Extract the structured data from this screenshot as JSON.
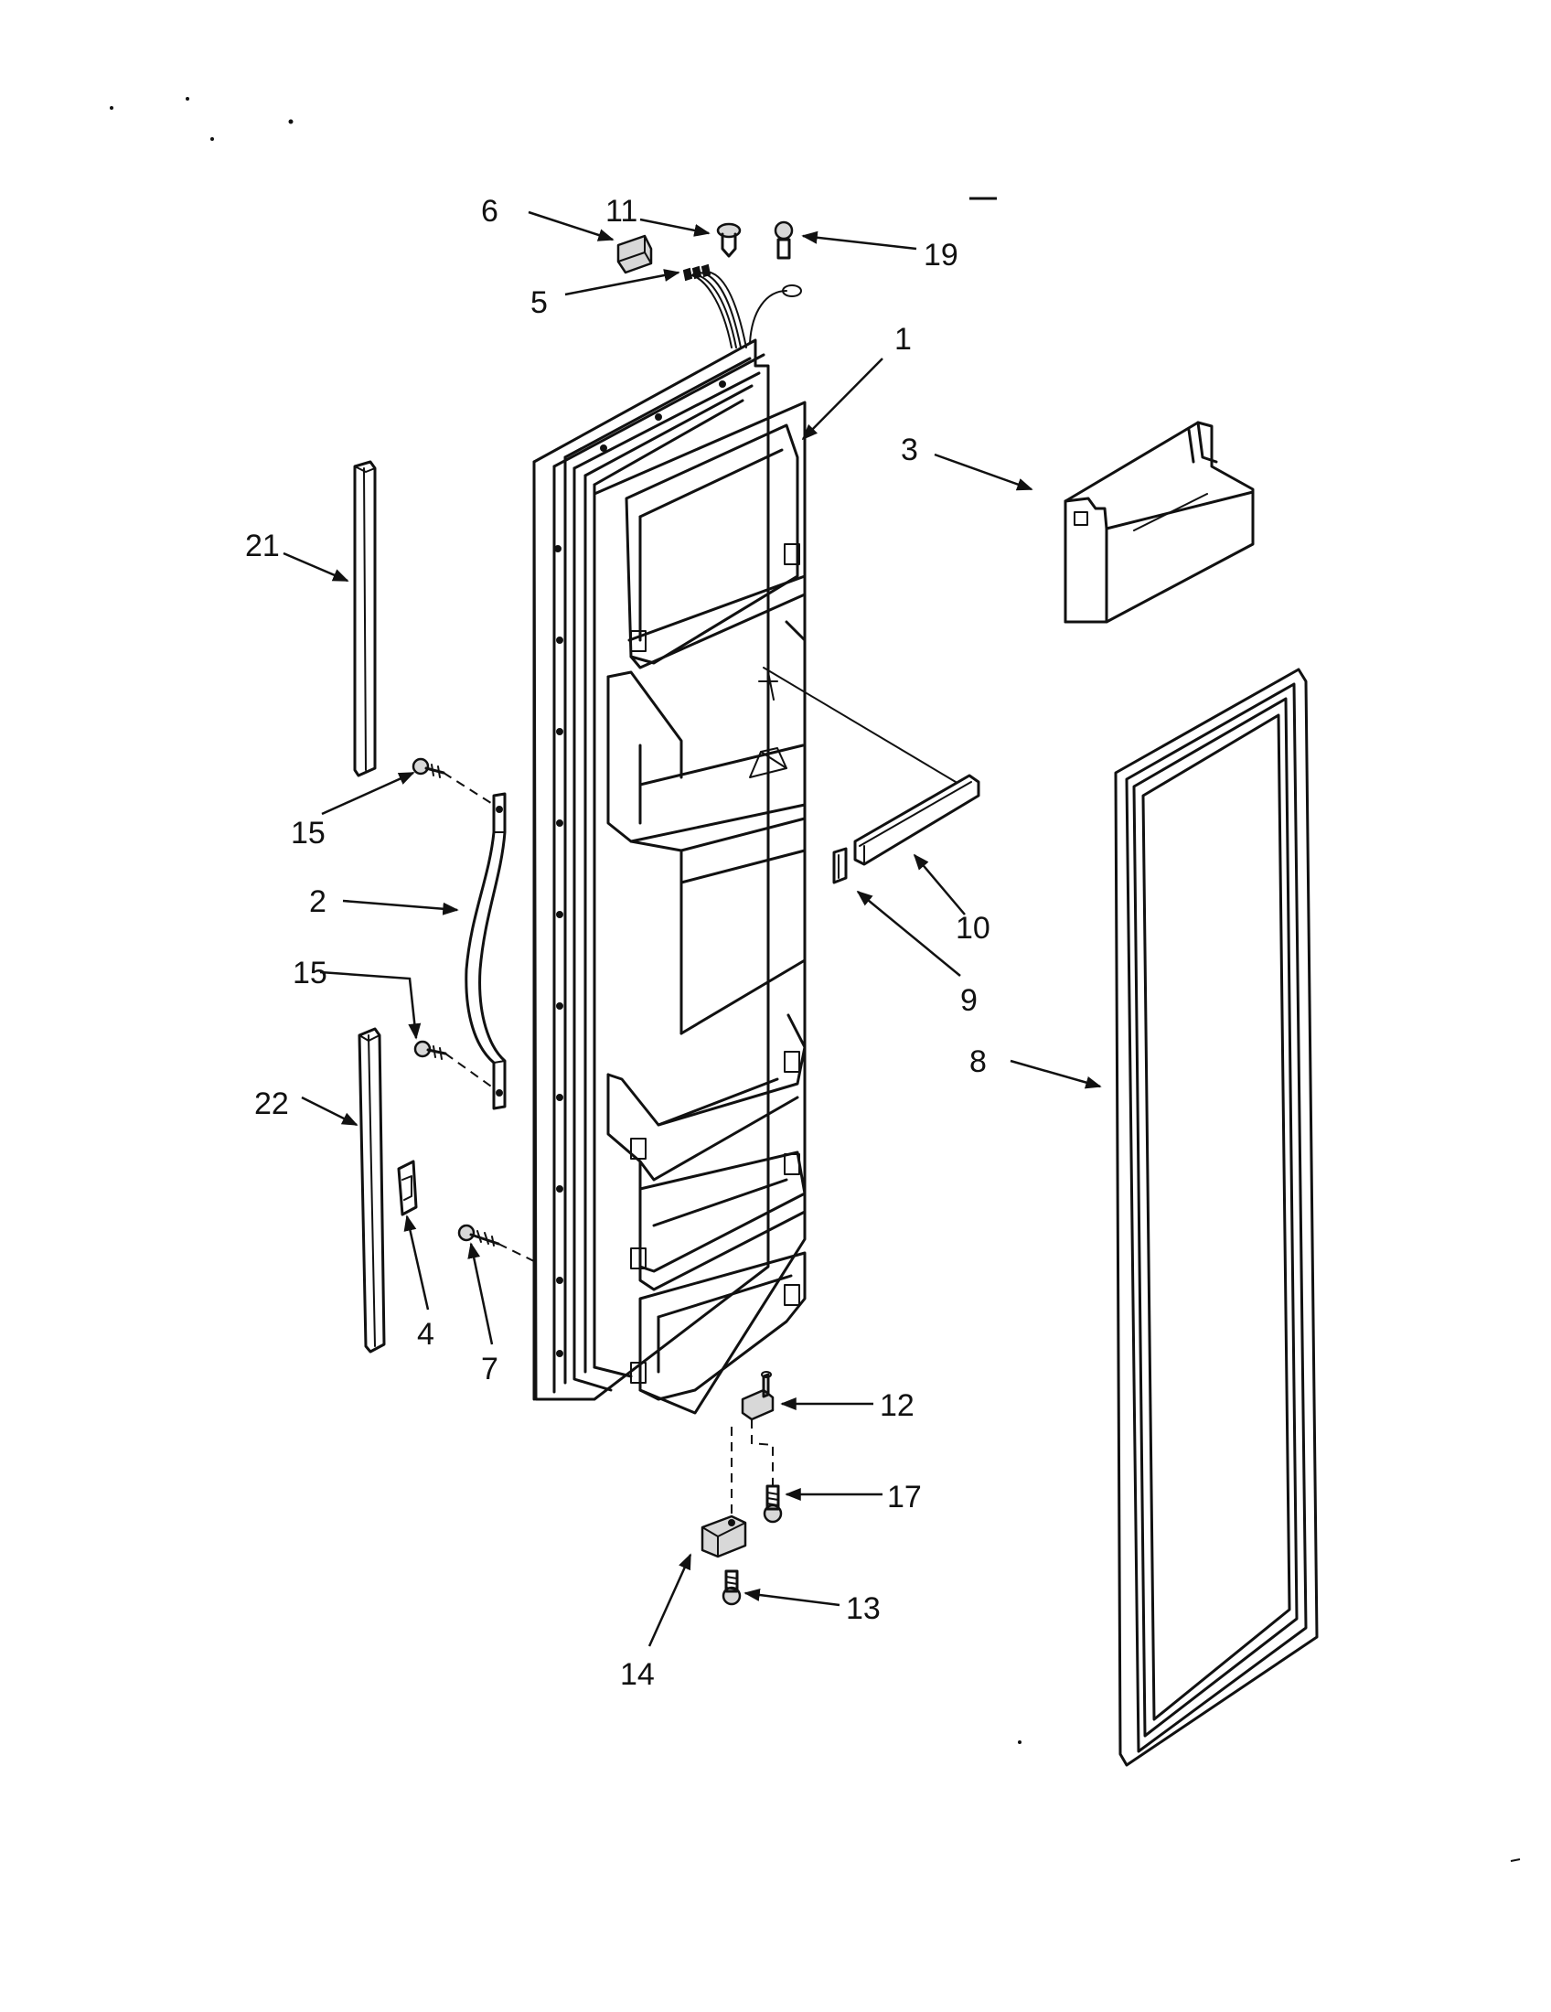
{
  "callouts": [
    {
      "id": "c1",
      "label": "1"
    },
    {
      "id": "c2",
      "label": "2"
    },
    {
      "id": "c3",
      "label": "3"
    },
    {
      "id": "c4",
      "label": "4"
    },
    {
      "id": "c5",
      "label": "5"
    },
    {
      "id": "c6",
      "label": "6"
    },
    {
      "id": "c7",
      "label": "7"
    },
    {
      "id": "c8",
      "label": "8"
    },
    {
      "id": "c9",
      "label": "9"
    },
    {
      "id": "c10",
      "label": "10"
    },
    {
      "id": "c11",
      "label": "11"
    },
    {
      "id": "c12",
      "label": "12"
    },
    {
      "id": "c13",
      "label": "13"
    },
    {
      "id": "c14",
      "label": "14"
    },
    {
      "id": "c15a",
      "label": "15"
    },
    {
      "id": "c15b",
      "label": "15"
    },
    {
      "id": "c17",
      "label": "17"
    },
    {
      "id": "c19",
      "label": "19"
    },
    {
      "id": "c21",
      "label": "21"
    },
    {
      "id": "c22",
      "label": "22"
    }
  ]
}
